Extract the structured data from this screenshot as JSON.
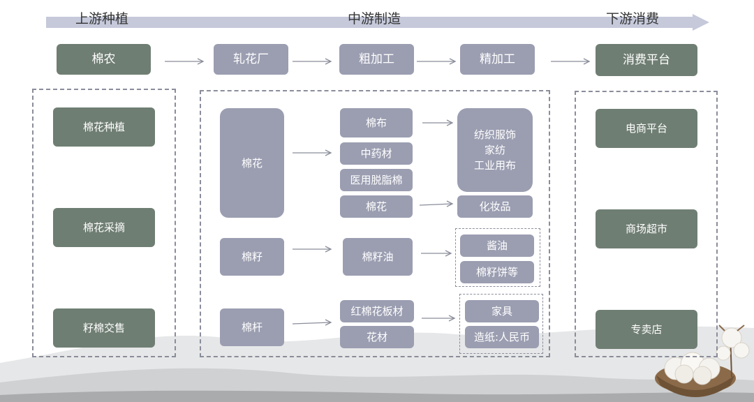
{
  "stages": {
    "upstream": "上游种植",
    "midstream": "中游制造",
    "downstream": "下游消费"
  },
  "flow": {
    "farmer": "棉农",
    "ginnery": "轧花厂",
    "rough": "粗加工",
    "fine": "精加工",
    "consume": "消费平台"
  },
  "upstream": {
    "planting": "棉花种植",
    "picking": "棉花采摘",
    "trading": "籽棉交售"
  },
  "midstream": {
    "cotton": {
      "label": "棉花",
      "products": [
        "棉布",
        "中药材",
        "医用脱脂棉",
        "棉花"
      ],
      "textile_lines": [
        "纺织服饰",
        "家纺",
        "工业用布"
      ],
      "cosmetics": "化妆品"
    },
    "seed": {
      "label": "棉籽",
      "product": "棉籽油",
      "outputs": [
        "酱油",
        "棉籽饼等"
      ]
    },
    "stalk": {
      "label": "棉杆",
      "products": [
        "红棉花板材",
        "花材"
      ],
      "outputs": [
        "家具",
        "造纸:人民币"
      ]
    }
  },
  "downstream": {
    "ecommerce": "电商平台",
    "mall": "商场超市",
    "store": "专卖店"
  },
  "colors": {
    "green": "#6f7e73",
    "grey": "#9b9eb1",
    "arrow_band": "#c5c9da",
    "dashed_border": "#8a8d9a"
  }
}
